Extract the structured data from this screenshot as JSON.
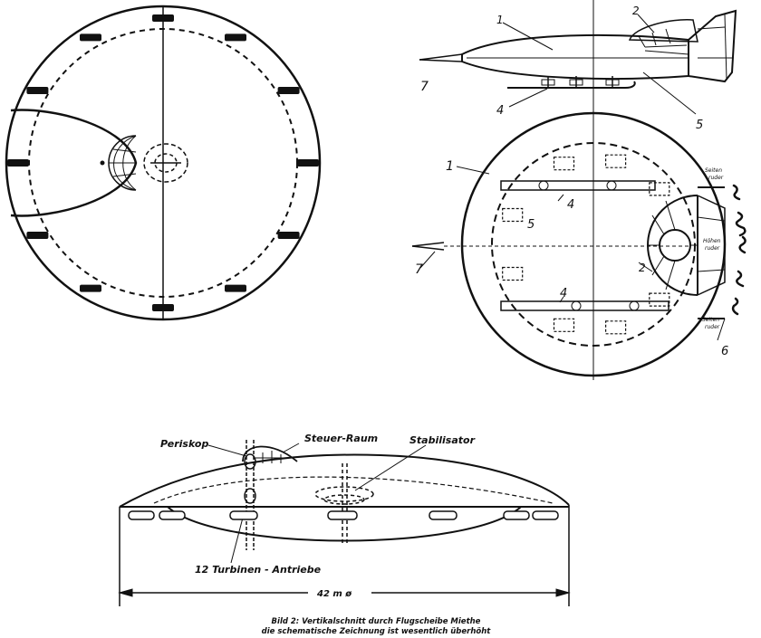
{
  "callouts": {
    "n1": "1",
    "n2": "2",
    "n4": "4",
    "n5": "5",
    "n6": "6",
    "n7": "7"
  },
  "rudder_labels": {
    "seiten_top": "Seiten",
    "ruder_top": "ruder",
    "hoehen": "Höhen",
    "ruder_mid": "ruder",
    "seiten_bottom": "Seiten",
    "ruder_bottom": "ruder"
  },
  "section": {
    "periskop": "Periskop",
    "steuer_raum": "Steuer-Raum",
    "stabilisator": "Stabilisator",
    "turbinen": "12 Turbinen - Antriebe",
    "diameter": "42 m ø"
  },
  "caption": {
    "line1": "Bild 2: Vertikalschnitt durch Flugscheibe Miethe",
    "line2": "die schematische Zeichnung ist wesentlich überhöht"
  },
  "colors": {
    "ink": "#111111",
    "paper": "#ffffff"
  }
}
